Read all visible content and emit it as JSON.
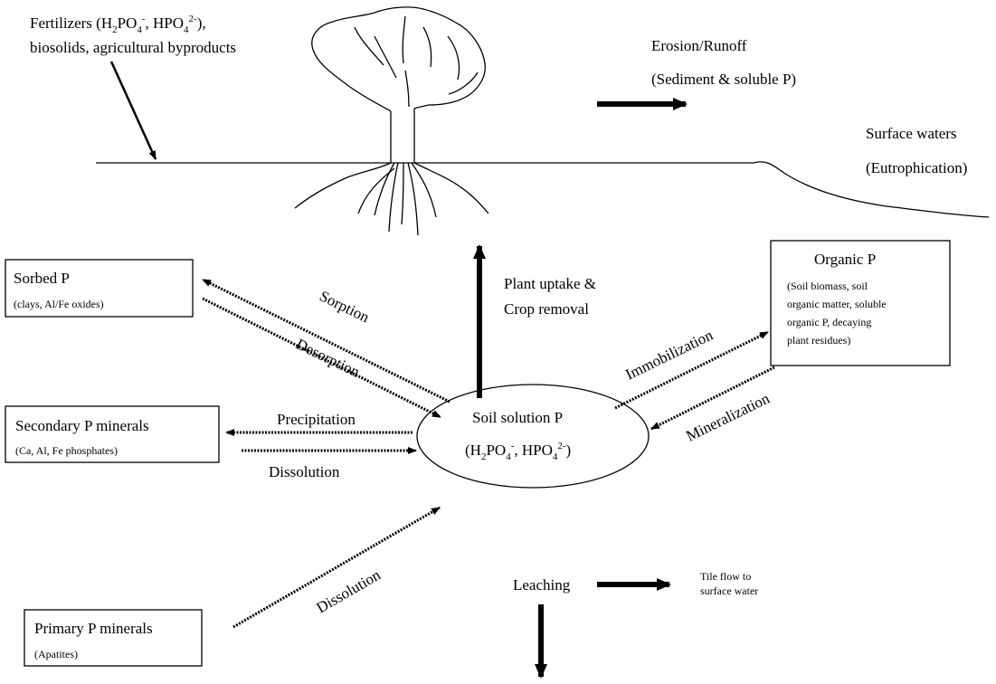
{
  "inputs": {
    "line1": "Fertilizers (H",
    "h2po4_sub": "2",
    "h2po4_po": "PO",
    "h2po4_sub4": "4",
    "h2po4_sup": "-",
    "sep": ", HPO",
    "hpo4_sub": "4",
    "hpo4_sup": "2-",
    "close": "),",
    "line2": "biosolids, agricultural byproducts"
  },
  "erosion": {
    "title": "Erosion/Runoff",
    "subtitle": "(Sediment & soluble P)"
  },
  "surface_waters": {
    "title": "Surface waters",
    "subtitle": "(Eutrophication)"
  },
  "sorbed": {
    "title": "Sorbed P",
    "subtitle": "(clays, Al/Fe oxides)"
  },
  "organic": {
    "title": "Organic P",
    "lines": [
      "(Soil biomass, soil",
      "organic matter, soluble",
      "organic P, decaying",
      "plant residues)"
    ]
  },
  "secondary": {
    "title": "Secondary P minerals",
    "subtitle": "(Ca, Al, Fe phosphates)"
  },
  "primary": {
    "title": "Primary P minerals",
    "subtitle": "(Apatites)"
  },
  "soil_solution": {
    "title": "Soil solution P",
    "open": "(H",
    "s2": "2",
    "po": "PO",
    "s4": "4",
    "sup1": "-",
    "mid": ", HPO",
    "s4b": "4",
    "sup2": "2-",
    "close": ")"
  },
  "processes": {
    "plant_uptake_1": "Plant uptake &",
    "plant_uptake_2": "Crop removal",
    "sorption": "Sorption",
    "desorption": "Desorption",
    "immobilization": "Immobilization",
    "mineralization": "Mineralization",
    "precipitation": "Precipitation",
    "dissolution_secondary": "Dissolution",
    "dissolution_primary": "Dissolution",
    "leaching": "Leaching",
    "tile_flow_1": "Tile flow to",
    "tile_flow_2": "surface water"
  }
}
